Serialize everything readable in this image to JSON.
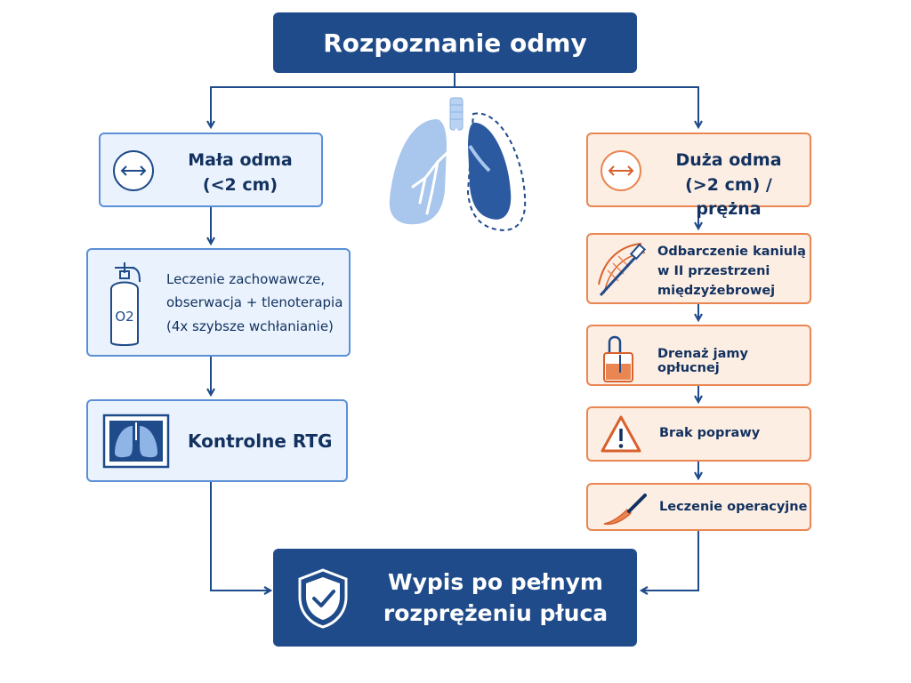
{
  "title": "Rozpoznanie odmy",
  "left": {
    "small": {
      "line1": "Mała odma",
      "line2": "(<2 cm)"
    },
    "conservative": {
      "line1": "Leczenie zachowawcze,",
      "line2": "obserwacja + tlenoterapia",
      "line3": "(4x szybsze wchłanianie)",
      "icon_label": "O2"
    },
    "xray": {
      "label": "Kontrolne RTG"
    }
  },
  "right": {
    "large": {
      "line1": "Duża odma",
      "line2": "(>2 cm) / prężna"
    },
    "needle": {
      "line1": "Odbarczenie kaniulą",
      "line2": "w II przestrzeni",
      "line3": "międzyżebrowej"
    },
    "drain": {
      "label": "Drenaż jamy opłucnej"
    },
    "no_improvement": {
      "label": "Brak poprawy"
    },
    "surgery": {
      "label": "Leczenie operacyjne"
    }
  },
  "discharge": {
    "line1": "Wypis po pełnym",
    "line2": "rozprężeniu płuca"
  },
  "colors": {
    "navy": "#1f4b8a",
    "blue_border": "#5b8fd6",
    "blue_fill": "#eaf3fd",
    "orange_border": "#e98652",
    "orange_fill": "#fdeee3"
  }
}
